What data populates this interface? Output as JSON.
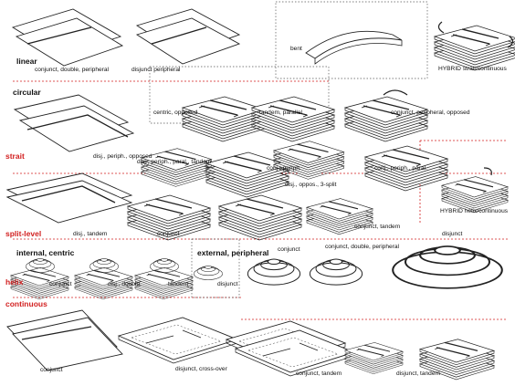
{
  "categories": {
    "linear": "linear",
    "circular": "circular",
    "strait": "strait",
    "split_level": "split-level",
    "helix": "helix",
    "internal_centric": "internal, centric",
    "external_peripheral": "external, peripheral",
    "continuous": "continuous"
  },
  "captions": {
    "conjunct_double_peripheral_1": "conjunct, double, peripheral",
    "disjunct_peripheral": "disjunct peripheral",
    "bent": "bent",
    "hybrid_strait_continuous": "HYBRID strait/continuous",
    "centric_opposed": "centric, opposed",
    "tandem_parallel": "tandem, parallel",
    "conjunct_peripheral_opposed": "conjunct, peripheral, opposed",
    "disj_periph_opposed": "disj., periph., opposed",
    "disj_periph_paral_tandem": "disj., periph., paral., tandem",
    "conj_periph": "conj., periph.",
    "conj_periph_paral": "conj., periph., paral.",
    "disj_tandem": "disj., tandem",
    "conjunct_1": "conjunct",
    "disj_oppos_3split": "disj., oppos., 3-split",
    "conjunct_tandem_1": "conjunct, tandem",
    "hybrid_helix_continuous": "HYBRID helix/continuous",
    "conjunct_2": "conjunct",
    "conjunct_double_peripheral_2": "conjunct, double, peripheral",
    "disjunct_1": "disjunct",
    "conjunct_3": "conjunct",
    "disj_double": "disj., double",
    "tandem": "tandem",
    "disjunct_2": "disjunct",
    "conjunct_4": "conjunct",
    "disjunct_cross_over": "disjunct, cross-over",
    "conjunct_tandem_2": "conjunct, tandem",
    "disjunct_tandem": "disjunct, tandem"
  },
  "colors": {
    "accent_red": "#d21f1f",
    "ink": "#111111",
    "divider": "#d21f1f",
    "box_dotted": "#555555"
  }
}
